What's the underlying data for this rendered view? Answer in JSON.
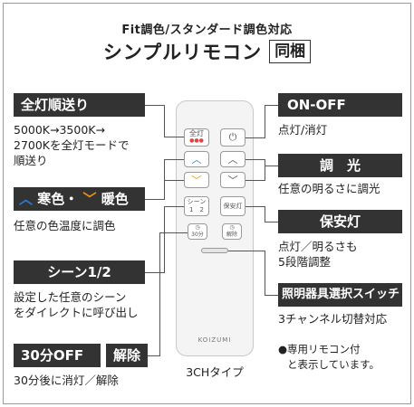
{
  "header": {
    "subtitle": "Fit調色/スタンダード調色対応",
    "title": "シンプルリモコン",
    "boxed": "同梱"
  },
  "left": {
    "all_lights_label": "全灯順送り",
    "all_lights_desc_1": "5000K→3500K→",
    "all_lights_desc_2": "2700Kを全灯モードで",
    "all_lights_desc_3": "順送り",
    "color_cool": "寒色",
    "color_sep": "・",
    "color_warm": "暖色",
    "color_desc": "任意の色温度に調色",
    "scene_label": "シーン1/2",
    "scene_desc_1": "設定した任意のシーン",
    "scene_desc_2": "をダイレクトに呼び出し",
    "timer_label": "30分OFF",
    "cancel_label": "解除",
    "timer_desc": "30分後に消灯／解除"
  },
  "right": {
    "onoff_label": "ON-OFF",
    "onoff_desc": "点灯/消灯",
    "dimming_label": "調　光",
    "dimming_desc": "任意の明るさに調光",
    "security_label": "保安灯",
    "security_desc_1": "点灯／明るさも",
    "security_desc_2": "5段階調整",
    "selector_label": "照明器具選択スイッチ",
    "selector_desc": "3チャンネル切替対応",
    "note_1": "●専用リモコン付",
    "note_2": "と表示しています。"
  },
  "remote": {
    "btn_all": "全灯",
    "btn_scene": "シーン",
    "btn_scene_nums": "1　2",
    "btn_security": "保安灯",
    "btn_timer": "30分",
    "btn_cancel": "解除",
    "brand": "KOIZUMI",
    "caption": "3CHタイプ"
  },
  "colors": {
    "label_bg": "#333333",
    "cool": "#2b7bd6",
    "warm": "#e8960c"
  }
}
